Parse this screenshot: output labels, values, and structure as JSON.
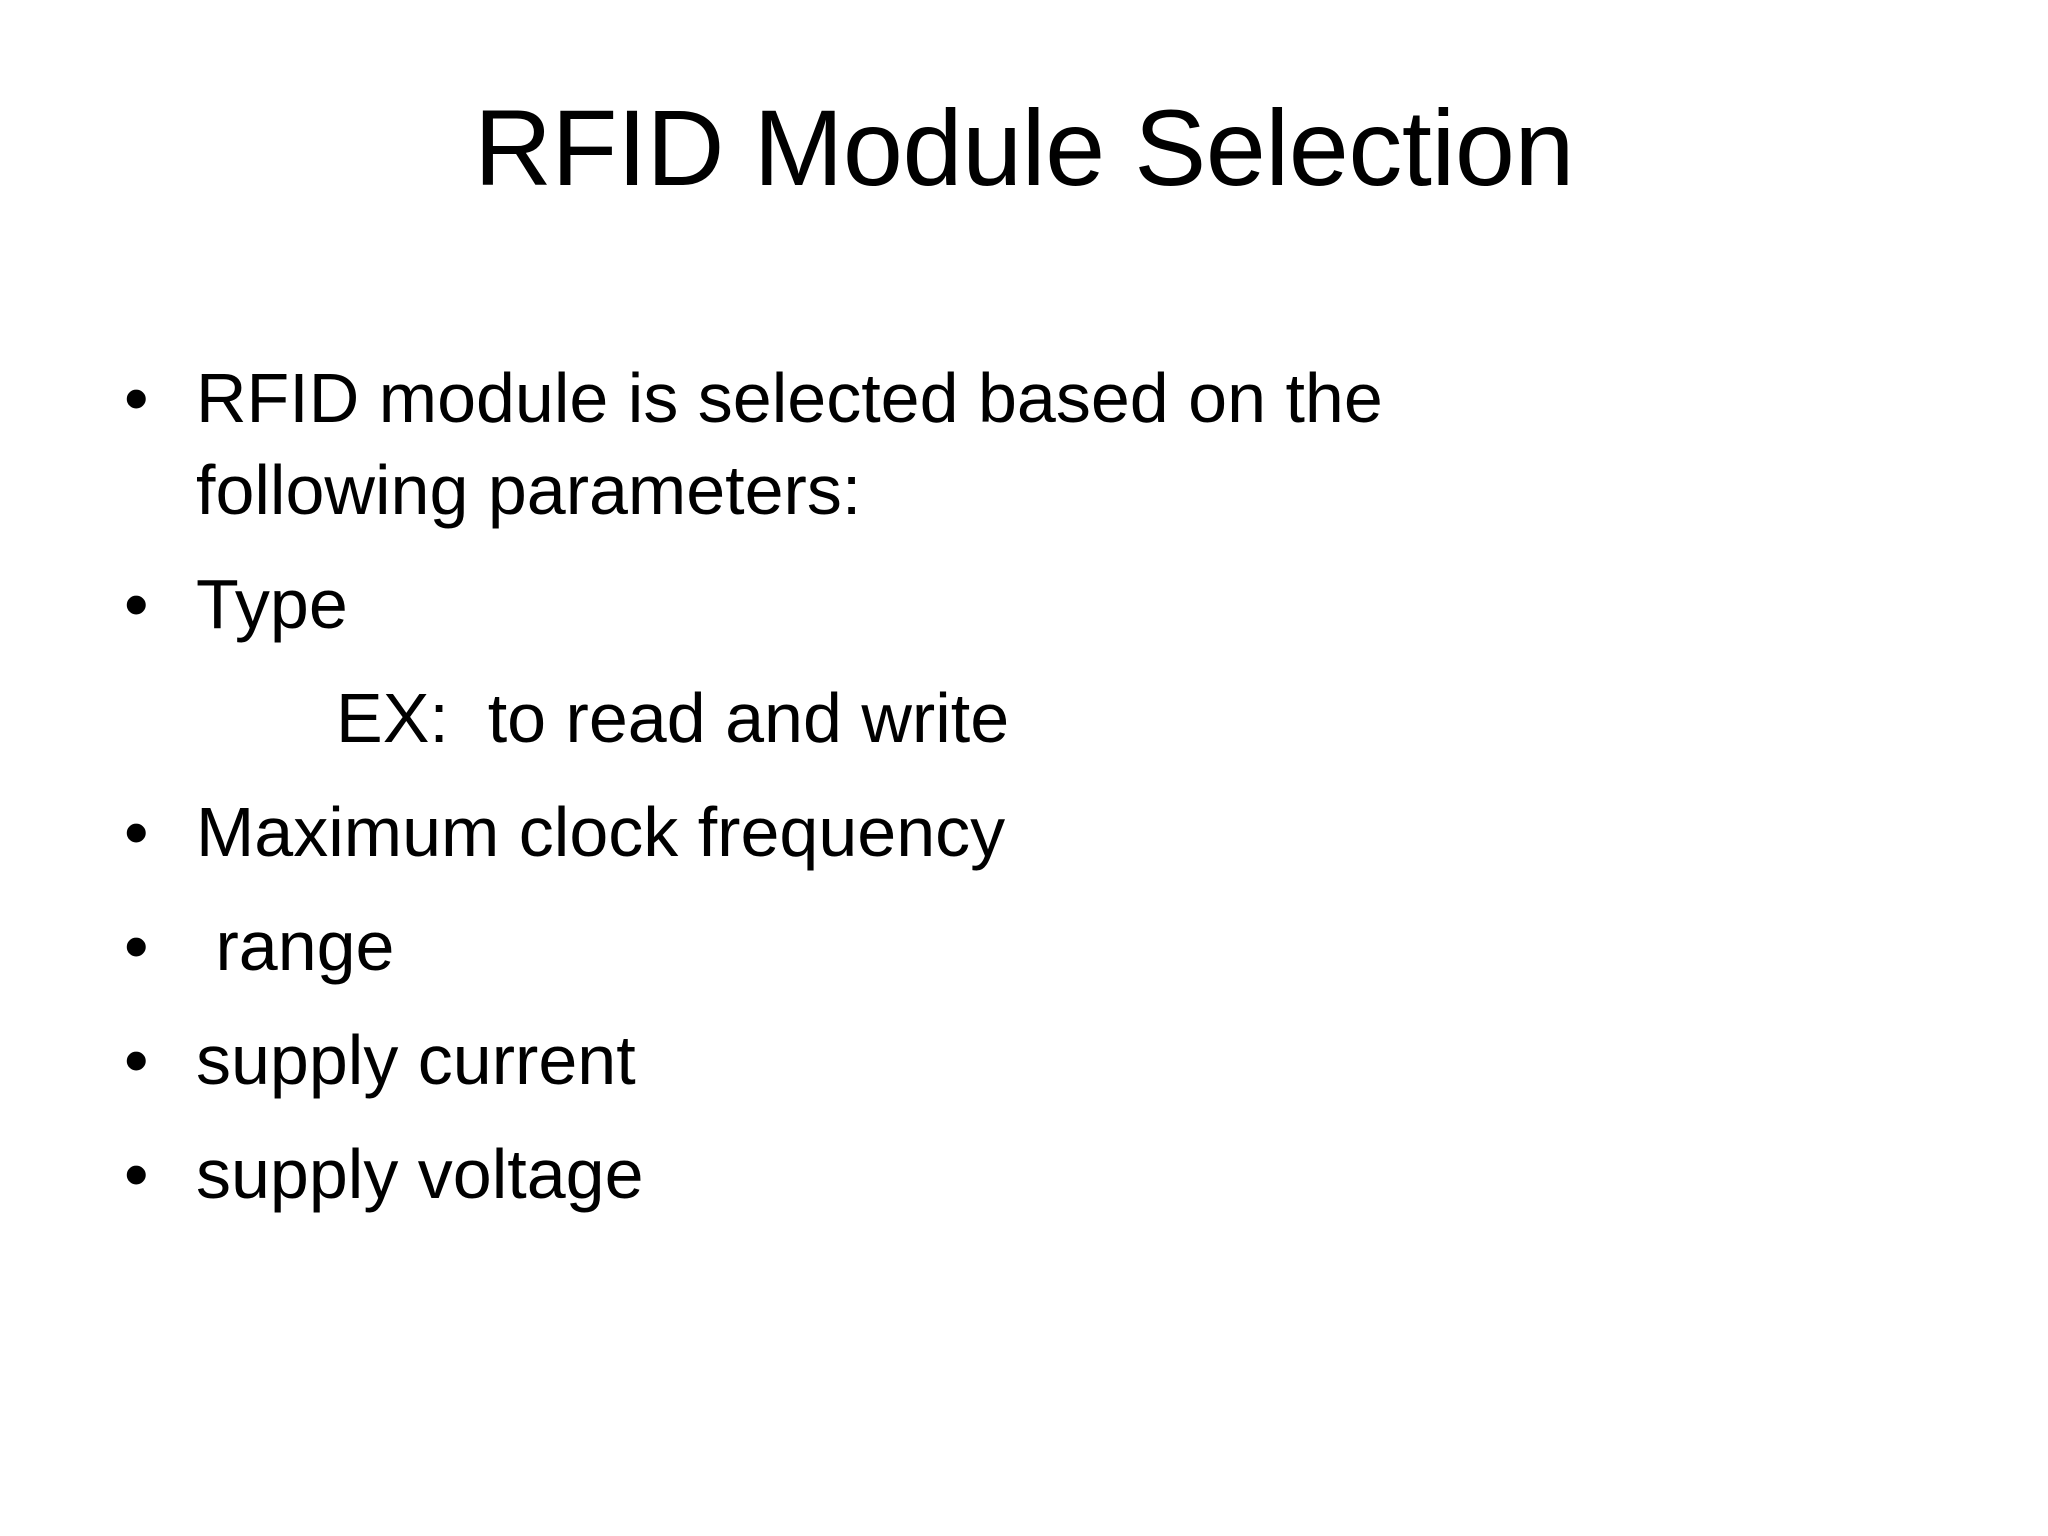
{
  "slide": {
    "title": "RFID Module Selection",
    "background_color": "#FFFFFF",
    "text_color": "#000000",
    "bullet_glyph": "•",
    "content": [
      {
        "kind": "bullet",
        "text": "RFID module is selected based on the following parameters:"
      },
      {
        "kind": "bullet",
        "text": "Type"
      },
      {
        "kind": "sub",
        "text": "EX:  to read and write"
      },
      {
        "kind": "bullet",
        "text": "Maximum clock frequency"
      },
      {
        "kind": "bullet",
        "text": " range"
      },
      {
        "kind": "bullet",
        "text": "supply current"
      },
      {
        "kind": "bullet",
        "text": "supply voltage"
      }
    ]
  }
}
